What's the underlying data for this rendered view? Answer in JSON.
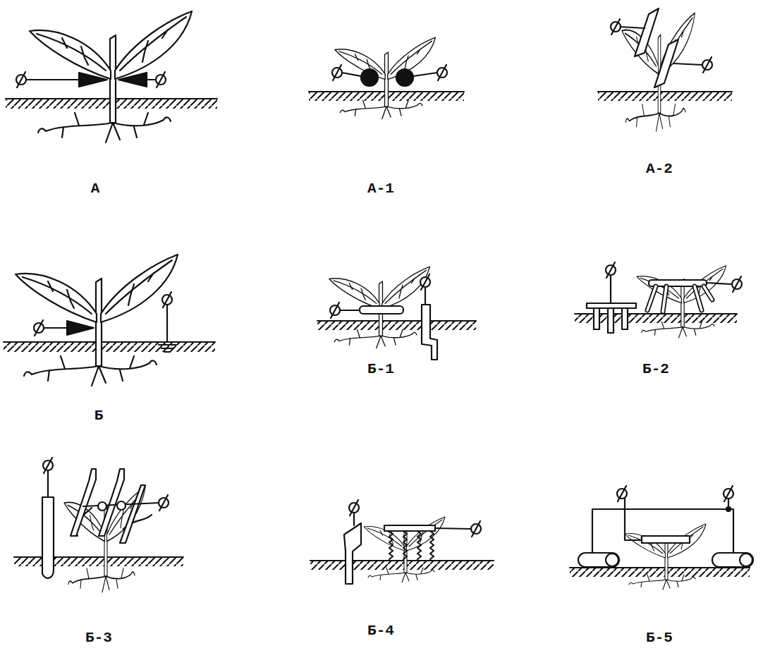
{
  "diagram": {
    "labels": [
      "А",
      "А-1",
      "А-2",
      "Б",
      "Б-1",
      "Б-2",
      "Б-3",
      "Б-4",
      "Б-5"
    ]
  }
}
